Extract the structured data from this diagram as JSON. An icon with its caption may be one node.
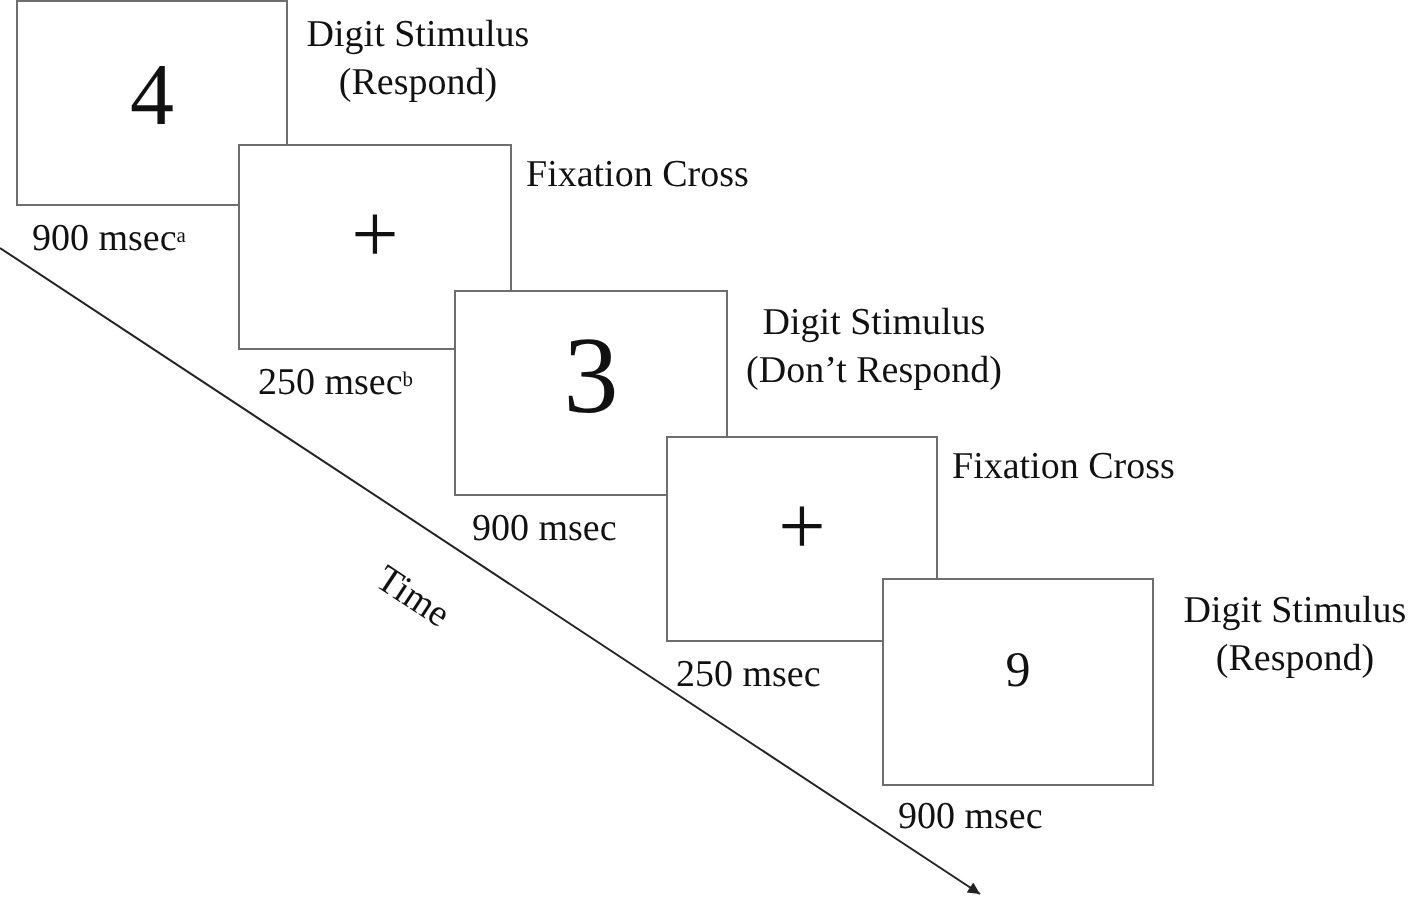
{
  "diagram": {
    "nodes": [
      {
        "text": [
          "4"
        ],
        "beside": [
          "Digit Stimulus (Respond)",
          "900 msec$^{a}$"
        ]
      },
      {
        "text": [
          "+"
        ],
        "beside": [
          "Fixation Cross",
          "250 msec$^{b}$"
        ]
      },
      {
        "text": [
          "3"
        ],
        "beside": [
          "Digit Stimulus (Don’t Respond)",
          "900 msec"
        ]
      },
      {
        "text": [
          "+"
        ],
        "beside": [
          "Fixation Cross",
          "250 msec"
        ]
      },
      {
        "text": [
          "9"
        ],
        "beside": [
          "Digit Stimulus (Respond)",
          "900 msec"
        ]
      }
    ],
    "labels": [
      "Time"
    ]
  }
}
